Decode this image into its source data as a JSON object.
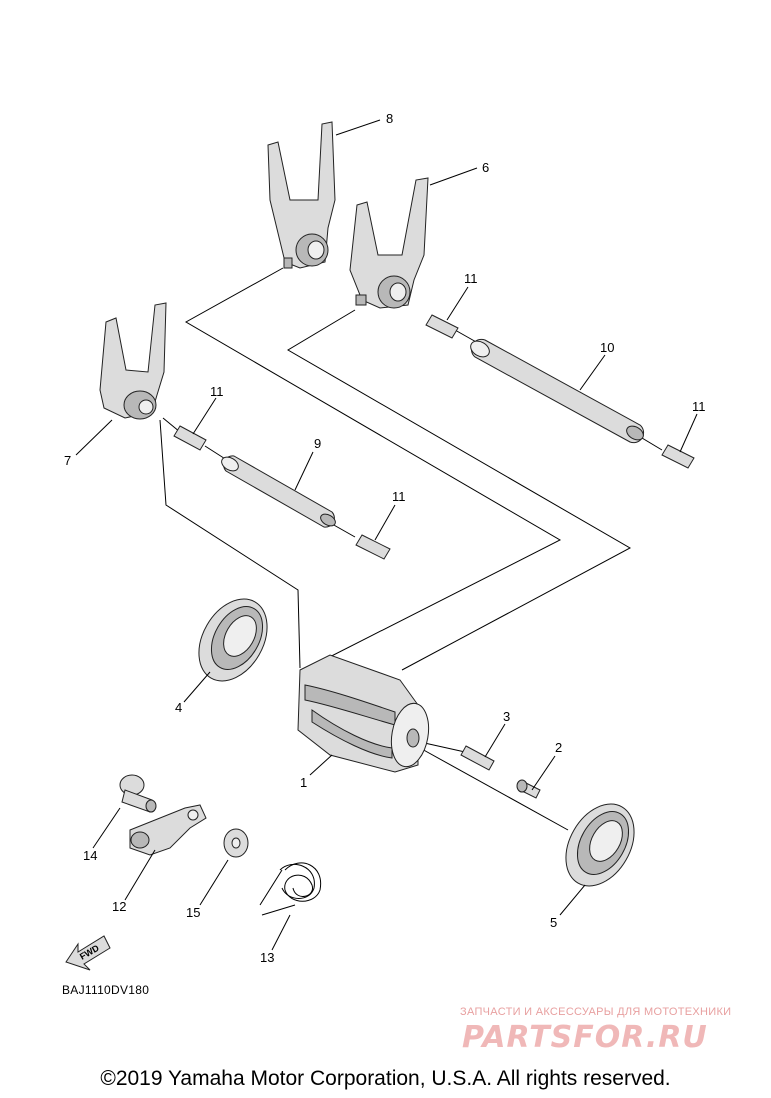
{
  "diagram": {
    "callouts": [
      {
        "id": "c1",
        "label": "1"
      },
      {
        "id": "c2",
        "label": "2"
      },
      {
        "id": "c3",
        "label": "3"
      },
      {
        "id": "c4",
        "label": "4"
      },
      {
        "id": "c5",
        "label": "5"
      },
      {
        "id": "c6",
        "label": "6"
      },
      {
        "id": "c7",
        "label": "7"
      },
      {
        "id": "c8",
        "label": "8"
      },
      {
        "id": "c9",
        "label": "9"
      },
      {
        "id": "c10",
        "label": "10"
      },
      {
        "id": "c11a",
        "label": "11"
      },
      {
        "id": "c11b",
        "label": "11"
      },
      {
        "id": "c11c",
        "label": "11"
      },
      {
        "id": "c11d",
        "label": "11"
      },
      {
        "id": "c12",
        "label": "12"
      },
      {
        "id": "c13",
        "label": "13"
      },
      {
        "id": "c14",
        "label": "14"
      },
      {
        "id": "c15",
        "label": "15"
      }
    ],
    "fwd_label": "FWD",
    "diagram_code": "BAJ1110DV180"
  },
  "watermark": {
    "caption": "ЗАПЧАСТИ И АКСЕССУАРЫ ДЛЯ МОТОТЕХНИКИ",
    "logo_text": "PARTSFOR.RU"
  },
  "footer": {
    "copyright": "©2019 Yamaha Motor Corporation, U.S.A. All rights reserved."
  },
  "colors": {
    "part_fill": "#dcdcdc",
    "line": "#000000",
    "watermark": "#f0b8b8"
  }
}
